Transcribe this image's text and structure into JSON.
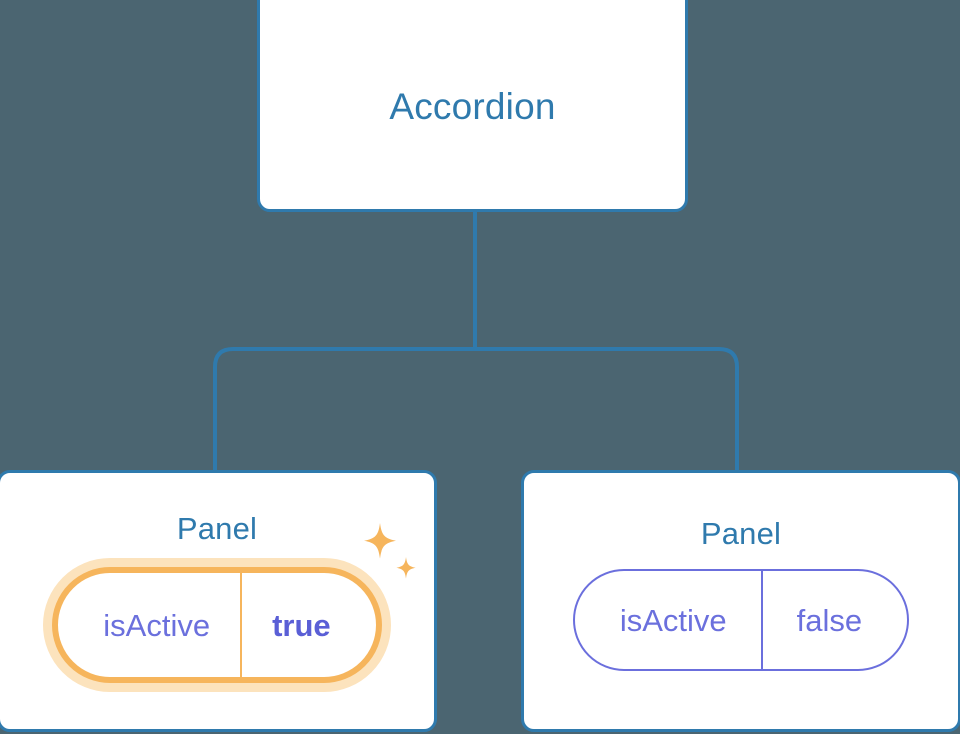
{
  "background_color": "#4b6571",
  "theme": {
    "node_border": "#2f7aad",
    "node_title_color": "#2f7aad",
    "node_fill": "#ffffff",
    "connector_color": "#2f7aad",
    "prop_border": "#6b6fdd",
    "prop_text": "#6b70dd",
    "highlight_border": "#f6b55c",
    "highlight_glow": "#fce3bd",
    "highlight_value_text": "#5a5fd6",
    "sparkle_color": "#f6b55c"
  },
  "tree": {
    "root": {
      "title": "Accordion"
    },
    "children": [
      {
        "title": "Panel",
        "highlighted": true,
        "prop": {
          "key": "isActive",
          "value": "true"
        },
        "sparkle_icon": "sparkles-icon"
      },
      {
        "title": "Panel",
        "highlighted": false,
        "prop": {
          "key": "isActive",
          "value": "false"
        }
      }
    ]
  }
}
